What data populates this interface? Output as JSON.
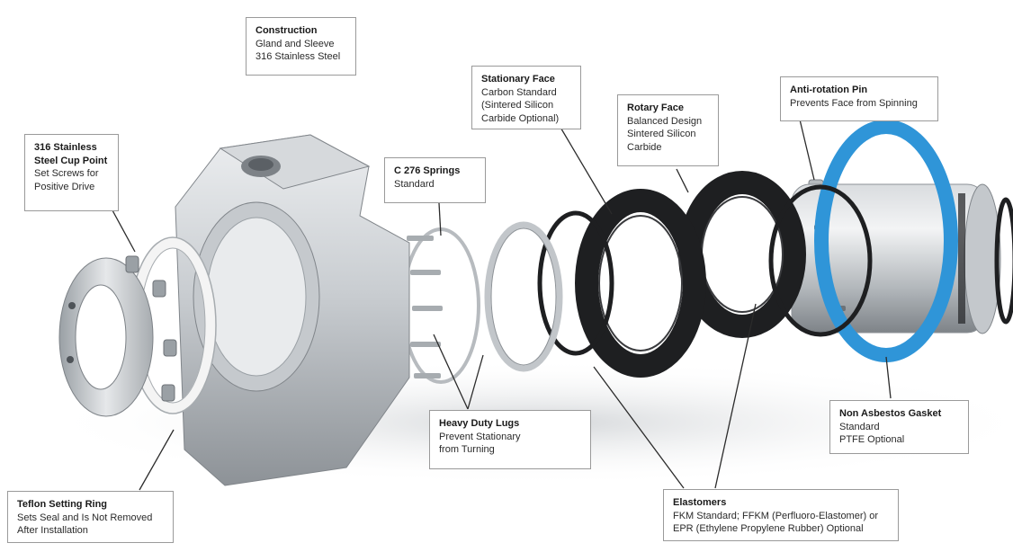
{
  "colors": {
    "steel_light": "#e2e4e6",
    "steel_mid": "#b9bdc1",
    "steel_dark": "#7d8287",
    "elastomer": "#1e1f21",
    "gasket_blue": "#2f95d8",
    "teflon": "#f4f4f4",
    "leader_line": "#2b2b2b"
  },
  "callouts": {
    "construction": {
      "title": "Construction",
      "lines": [
        "Gland and Sleeve",
        "316 Stainless Steel"
      ]
    },
    "cup_point": {
      "title_lines": [
        "316 Stainless",
        "Steel Cup Point"
      ],
      "lines": [
        "Set Screws for",
        "Positive Drive"
      ]
    },
    "springs": {
      "title": "C 276 Springs",
      "lines": [
        "Standard"
      ]
    },
    "stationary_face": {
      "title": "Stationary Face",
      "lines": [
        "Carbon Standard",
        "(Sintered Silicon",
        "Carbide Optional)"
      ]
    },
    "rotary_face": {
      "title": "Rotary Face",
      "lines": [
        "Balanced Design",
        "Sintered Silicon",
        "Carbide"
      ]
    },
    "anti_rotation": {
      "title": "Anti-rotation Pin",
      "lines": [
        "Prevents Face from Spinning"
      ]
    },
    "lugs": {
      "title": "Heavy Duty Lugs",
      "lines": [
        "Prevent Stationary",
        "from Turning"
      ]
    },
    "gasket": {
      "title": "Non Asbestos Gasket",
      "lines": [
        "Standard",
        "PTFE Optional"
      ]
    },
    "elastomers": {
      "title": "Elastomers",
      "lines": [
        "FKM Standard; FFKM (Perfluoro-Elastomer) or",
        "EPR (Ethylene Propylene Rubber) Optional"
      ]
    },
    "teflon_ring": {
      "title": "Teflon Setting Ring",
      "lines": [
        "Sets Seal and Is Not Removed",
        "After Installation"
      ]
    }
  }
}
